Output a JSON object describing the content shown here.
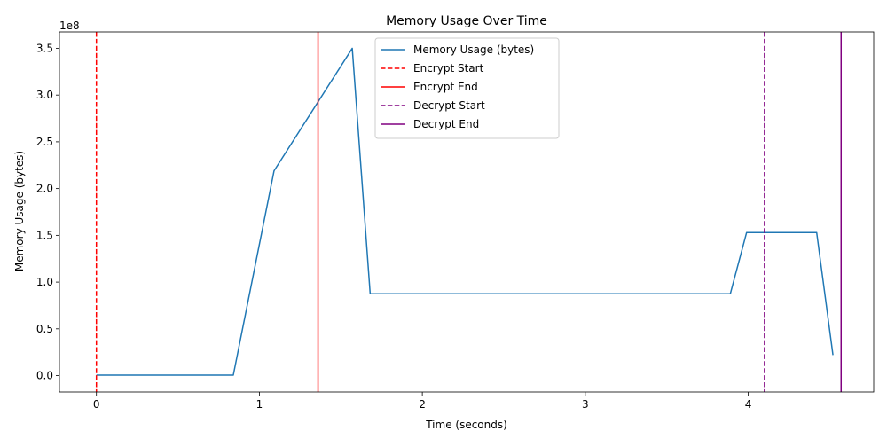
{
  "chart_data": {
    "type": "line",
    "title": "Memory Usage Over Time",
    "xlabel": "Time (seconds)",
    "ylabel": "Memory Usage (bytes)",
    "y_scale_label": "1e8",
    "y_scale_factor": 100000000,
    "xlim": [
      -0.227,
      4.77
    ],
    "ylim": [
      -17500000,
      367500000
    ],
    "x_ticks": [
      0,
      1,
      2,
      3,
      4
    ],
    "x_tick_labels": [
      "0",
      "1",
      "2",
      "3",
      "4"
    ],
    "y_ticks": [
      0,
      50000000,
      100000000,
      150000000,
      200000000,
      250000000,
      300000000,
      350000000
    ],
    "y_tick_labels": [
      "0.0",
      "0.5",
      "1.0",
      "1.5",
      "2.0",
      "2.5",
      "3.0",
      "3.5"
    ],
    "grid": false,
    "legend_position": "top-center",
    "series": [
      {
        "name": "Memory Usage (bytes)",
        "color": "#1f77b4",
        "style": "solid",
        "x": [
          0,
          0.84,
          1.09,
          1.57,
          1.68,
          3.89,
          3.99,
          4.42,
          4.52
        ],
        "y": [
          500000,
          500000,
          219000000,
          350000000,
          87500000,
          87500000,
          153000000,
          153000000,
          22000000
        ]
      }
    ],
    "vlines": [
      {
        "name": "Encrypt Start",
        "x": 0,
        "color": "#ff0000",
        "style": "dashed"
      },
      {
        "name": "Encrypt End",
        "x": 1.36,
        "color": "#ff0000",
        "style": "solid"
      },
      {
        "name": "Decrypt Start",
        "x": 4.1,
        "color": "#800080",
        "style": "dashed"
      },
      {
        "name": "Decrypt End",
        "x": 4.57,
        "color": "#800080",
        "style": "solid"
      }
    ]
  }
}
